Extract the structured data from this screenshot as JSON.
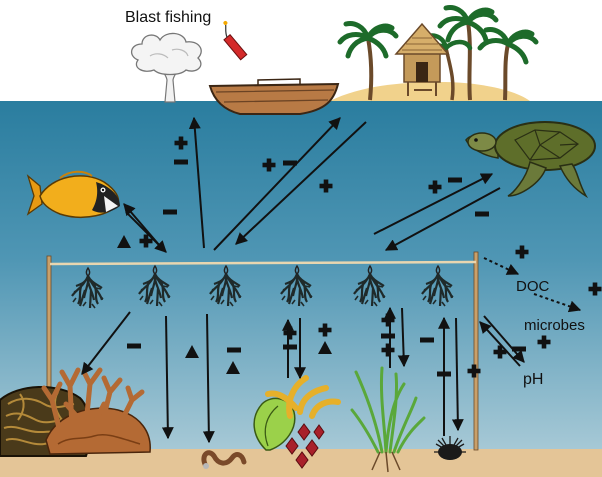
{
  "labels": {
    "blast_fishing": "Blast fishing",
    "doc": "DOC",
    "microbes": "microbes",
    "ph": "pH"
  },
  "colors": {
    "sky": "#ffffff",
    "sea_top": "#2b7ea0",
    "sea_bottom": "#9ec3d2",
    "sand": "#e6c79a",
    "rope": "#c9a06a",
    "arrow": "#111111"
  },
  "symbols": {
    "positive": "plus-sign",
    "negative": "minus-sign",
    "neutral": "triangle"
  },
  "icons": [
    "explosion-icon",
    "dynamite-icon",
    "boat-icon",
    "island-hut-icon",
    "palm-tree-icon",
    "fish-icon",
    "sea-turtle-icon",
    "seaweed-icon",
    "brain-coral-icon",
    "branching-coral-icon",
    "sea-grass-icon",
    "sea-urchin-icon",
    "worm-icon"
  ]
}
